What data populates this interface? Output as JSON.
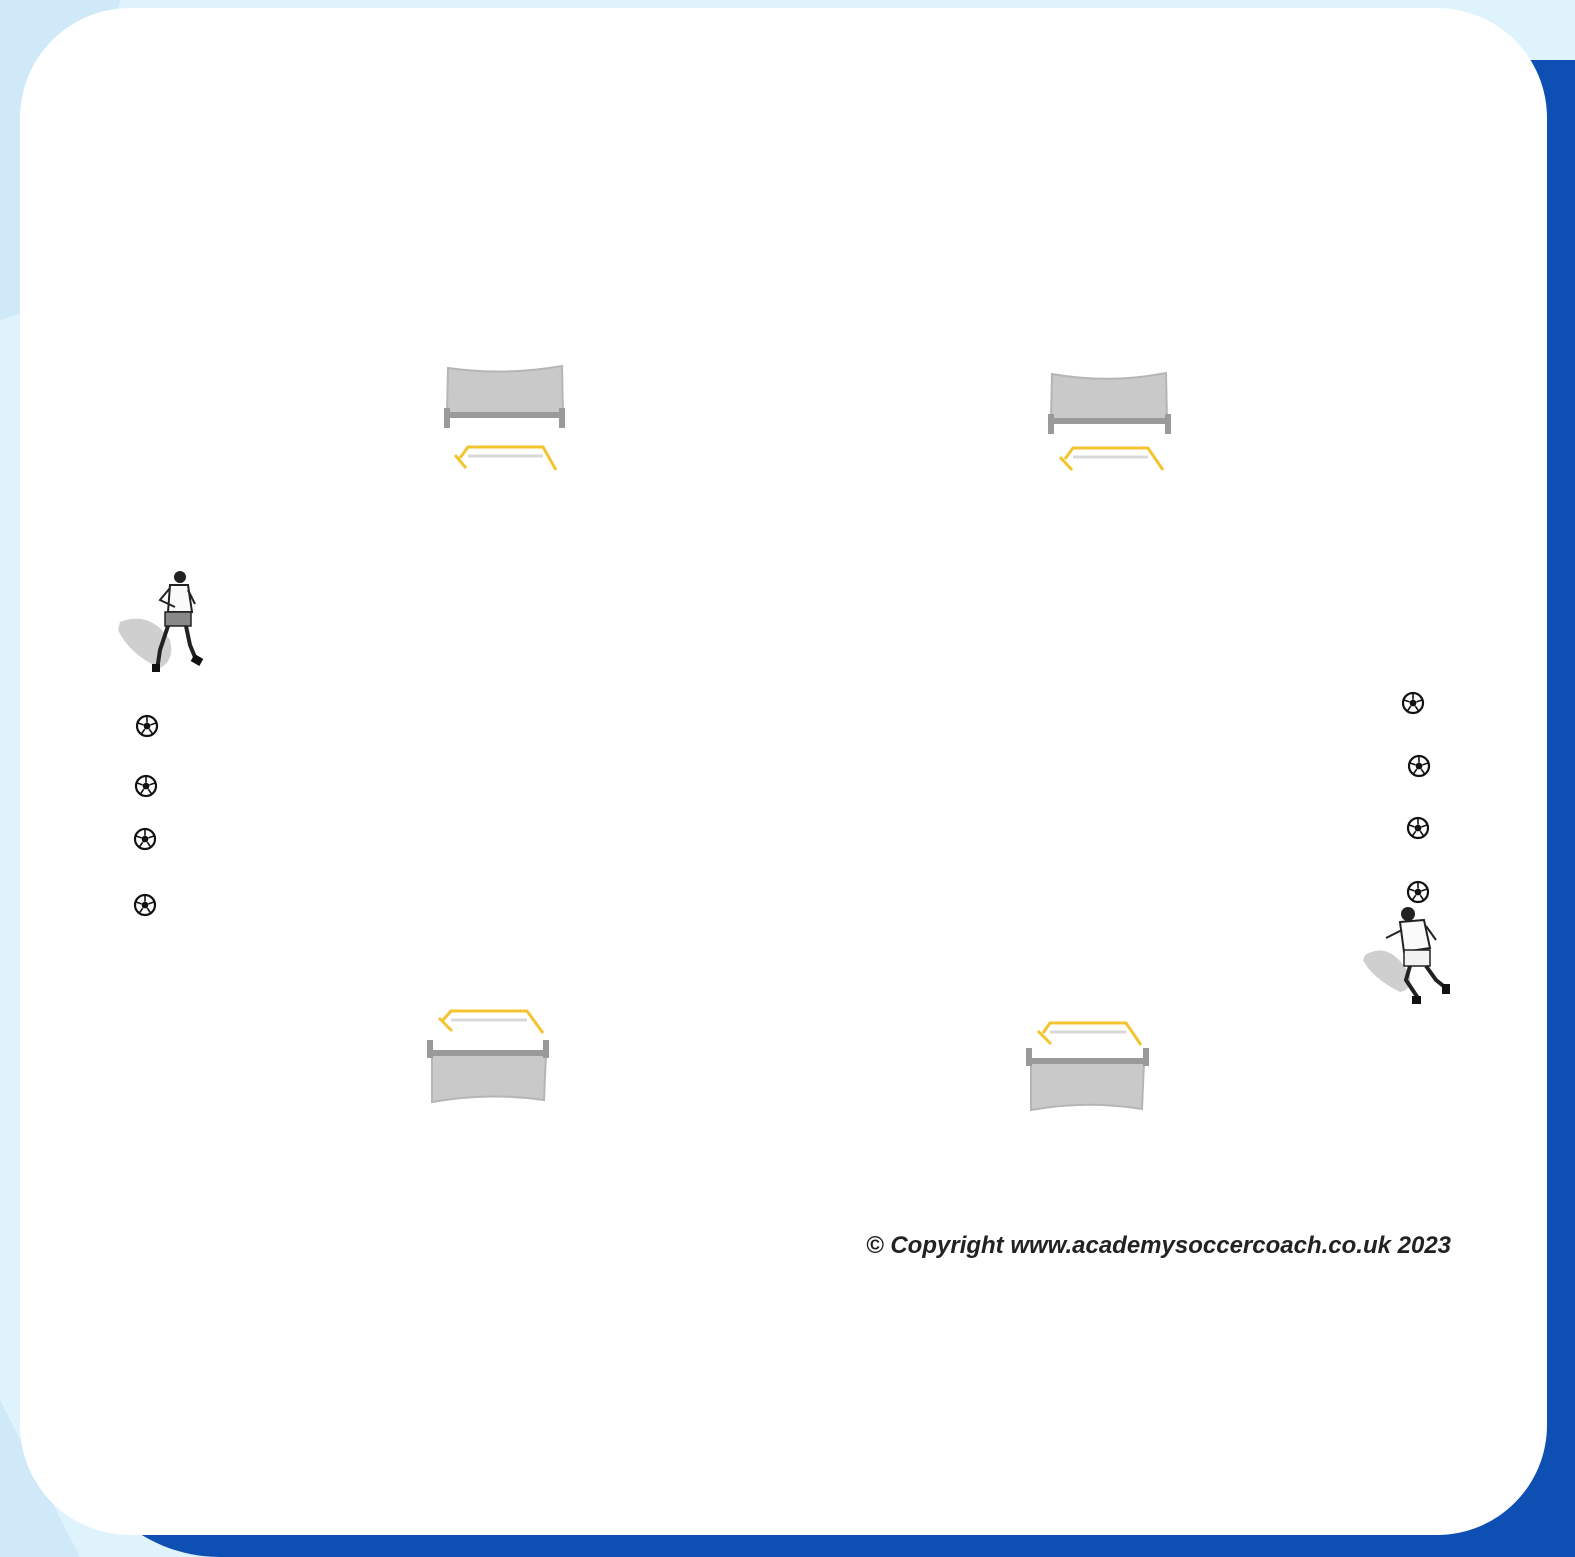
{
  "copyright": "© Copyright www.academysoccercoach.co.uk 2023",
  "colors": {
    "background": "#dff3fd",
    "accent_blue": "#0d4fb3",
    "goal_net": "#c9c9c9",
    "goal_frame": "#9a9a9a",
    "hurdle": "#f4c430"
  },
  "diagram": {
    "goals": 4,
    "hurdles": 4,
    "players": 2,
    "balls": 8
  }
}
